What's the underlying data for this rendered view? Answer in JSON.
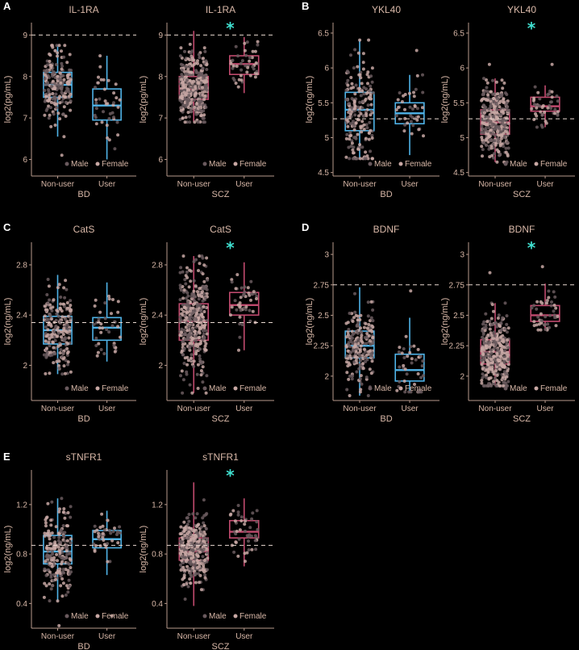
{
  "colors": {
    "background": "#000000",
    "text": "#d9b8a8",
    "axis": "#b89a8c",
    "bd_box": "#4fb3e8",
    "scz_box": "#c04a6e",
    "star": "#40e0d0",
    "ref_line": "#e8d8d0",
    "male_dot": "#6a5a5e",
    "female_dot": "#c8a8a4"
  },
  "legend": {
    "male": "Male",
    "female": "Female"
  },
  "chart_data": [
    {
      "panel": "A",
      "title": "IL-1RA",
      "type": "box",
      "ylabel": "log2(pg/mL)",
      "ylim": [
        5.6,
        9.3
      ],
      "yticks": [
        6,
        7,
        8,
        9
      ],
      "ref_line": 9.0,
      "plots": [
        {
          "group": "BD",
          "categories": [
            "Non-user",
            "User"
          ],
          "star": false,
          "boxes": [
            {
              "min": 6.55,
              "q1": 7.5,
              "median": 7.8,
              "q3": 8.1,
              "max": 8.75,
              "n": 200,
              "outliers": [
                6.1
              ]
            },
            {
              "min": 6.0,
              "q1": 6.95,
              "median": 7.3,
              "q3": 7.7,
              "max": 8.5,
              "n": 40,
              "outliers": []
            }
          ]
        },
        {
          "group": "SCZ",
          "categories": [
            "Non-user",
            "User"
          ],
          "star": true,
          "boxes": [
            {
              "min": 6.9,
              "q1": 7.45,
              "median": 7.7,
              "q3": 8.0,
              "max": 9.1,
              "n": 360,
              "outliers": []
            },
            {
              "min": 7.6,
              "q1": 8.05,
              "median": 8.3,
              "q3": 8.5,
              "max": 8.95,
              "n": 45,
              "outliers": []
            }
          ]
        }
      ]
    },
    {
      "panel": "B",
      "title": "YKL40",
      "type": "box",
      "ylabel": "log2(ng/mL)",
      "ylim": [
        4.45,
        6.65
      ],
      "yticks": [
        4.5,
        5.0,
        5.5,
        6.0,
        6.5
      ],
      "ref_line": 5.27,
      "plots": [
        {
          "group": "BD",
          "categories": [
            "Non-user",
            "User"
          ],
          "star": false,
          "boxes": [
            {
              "min": 4.7,
              "q1": 5.1,
              "median": 5.4,
              "q3": 5.65,
              "max": 6.4,
              "n": 200,
              "outliers": []
            },
            {
              "min": 4.75,
              "q1": 5.2,
              "median": 5.35,
              "q3": 5.5,
              "max": 5.9,
              "n": 40,
              "outliers": [
                6.25
              ]
            }
          ]
        },
        {
          "group": "SCZ",
          "categories": [
            "Non-user",
            "User"
          ],
          "star": true,
          "boxes": [
            {
              "min": 4.65,
              "q1": 5.05,
              "median": 5.22,
              "q3": 5.4,
              "max": 5.85,
              "n": 360,
              "outliers": [
                6.05
              ]
            },
            {
              "min": 5.15,
              "q1": 5.38,
              "median": 5.45,
              "q3": 5.58,
              "max": 5.75,
              "n": 45,
              "outliers": [
                6.05
              ]
            }
          ]
        }
      ]
    },
    {
      "panel": "C",
      "title": "CatS",
      "type": "box",
      "ylabel": "log2(ng/mL)",
      "ylim": [
        1.72,
        2.98
      ],
      "yticks": [
        2.0,
        2.4,
        2.8
      ],
      "ref_line": 2.34,
      "plots": [
        {
          "group": "BD",
          "categories": [
            "Non-user",
            "User"
          ],
          "star": false,
          "boxes": [
            {
              "min": 1.93,
              "q1": 2.17,
              "median": 2.28,
              "q3": 2.39,
              "max": 2.72,
              "n": 200,
              "outliers": []
            },
            {
              "min": 2.03,
              "q1": 2.2,
              "median": 2.3,
              "q3": 2.38,
              "max": 2.66,
              "n": 40,
              "outliers": []
            }
          ]
        },
        {
          "group": "SCZ",
          "categories": [
            "Non-user",
            "User"
          ],
          "star": true,
          "boxes": [
            {
              "min": 1.78,
              "q1": 2.2,
              "median": 2.35,
              "q3": 2.49,
              "max": 2.87,
              "n": 360,
              "outliers": []
            },
            {
              "min": 2.12,
              "q1": 2.4,
              "median": 2.48,
              "q3": 2.58,
              "max": 2.82,
              "n": 45,
              "outliers": []
            }
          ]
        }
      ]
    },
    {
      "panel": "D",
      "title": "BDNF",
      "type": "box",
      "ylabel": "log2(ng/mL)",
      "ylim": [
        1.8,
        3.1
      ],
      "yticks": [
        2.0,
        2.25,
        2.5,
        2.75,
        3.0
      ],
      "ref_line": 2.75,
      "plots": [
        {
          "group": "BD",
          "categories": [
            "Non-user",
            "User"
          ],
          "star": false,
          "boxes": [
            {
              "min": 1.84,
              "q1": 2.15,
              "median": 2.25,
              "q3": 2.37,
              "max": 2.73,
              "n": 200,
              "outliers": []
            },
            {
              "min": 1.87,
              "q1": 1.96,
              "median": 2.05,
              "q3": 2.18,
              "max": 2.48,
              "n": 40,
              "outliers": [
                2.7
              ]
            }
          ]
        },
        {
          "group": "SCZ",
          "categories": [
            "Non-user",
            "User"
          ],
          "star": true,
          "boxes": [
            {
              "min": 1.92,
              "q1": 2.1,
              "median": 2.2,
              "q3": 2.3,
              "max": 2.6,
              "n": 360,
              "outliers": [
                2.85
              ]
            },
            {
              "min": 2.38,
              "q1": 2.45,
              "median": 2.5,
              "q3": 2.58,
              "max": 2.76,
              "n": 45,
              "outliers": [
                2.9
              ]
            }
          ]
        }
      ]
    },
    {
      "panel": "E",
      "title": "sTNFR1",
      "type": "box",
      "ylabel": "log2(ng/mL)",
      "ylim": [
        0.2,
        1.48
      ],
      "yticks": [
        0.4,
        0.8,
        1.2
      ],
      "ref_line": 0.87,
      "plots": [
        {
          "group": "BD",
          "categories": [
            "Non-user",
            "User"
          ],
          "star": false,
          "boxes": [
            {
              "min": 0.42,
              "q1": 0.72,
              "median": 0.82,
              "q3": 0.95,
              "max": 1.25,
              "n": 200,
              "outliers": [
                0.22
              ]
            },
            {
              "min": 0.63,
              "q1": 0.85,
              "median": 0.92,
              "q3": 0.99,
              "max": 1.15,
              "n": 40,
              "outliers": [
                0.3
              ]
            }
          ]
        },
        {
          "group": "SCZ",
          "categories": [
            "Non-user",
            "User"
          ],
          "star": true,
          "boxes": [
            {
              "min": 0.38,
              "q1": 0.75,
              "median": 0.82,
              "q3": 0.93,
              "max": 1.38,
              "n": 360,
              "outliers": []
            },
            {
              "min": 0.7,
              "q1": 0.93,
              "median": 0.98,
              "q3": 1.07,
              "max": 1.25,
              "n": 45,
              "outliers": []
            }
          ]
        }
      ]
    }
  ]
}
